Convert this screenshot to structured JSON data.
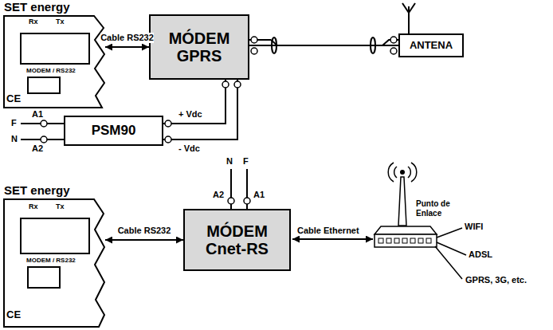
{
  "diagram": {
    "nodes": [
      {
        "text": [
          "SET energy"
        ]
      },
      {
        "text": [
          "MÓDEM GPRS"
        ]
      },
      {
        "text": [
          "ANTENA"
        ]
      },
      {
        "text": [
          "PSM90"
        ]
      },
      {
        "text": [
          "SET energy"
        ]
      },
      {
        "text": [
          "MÓDEM Cnet-RS"
        ]
      }
    ],
    "edges": [
      {
        "from": 0,
        "to": 1,
        "label": "Cable RS232",
        "arrow": "both"
      },
      {
        "from": 1,
        "to": 2,
        "arrow": "none"
      },
      {
        "from": 3,
        "to": 1,
        "arrow": "none"
      },
      {
        "from": 4,
        "to": 5,
        "label": "Cable RS232",
        "arrow": "both"
      }
    ],
    "labels": [
      "Rx",
      "Tx",
      "MODEM / RS232",
      "CE",
      "F",
      "N",
      "A1",
      "A2",
      "+ Vdc",
      "- Vdc",
      "Rx",
      "Tx",
      "MODEM / RS232",
      "CE",
      "N",
      "F",
      "A2",
      "A1",
      "Cable Ethernet",
      "Punto de Enlace",
      "WIFI",
      "ADSL",
      "GPRS, 3G, etc."
    ]
  }
}
